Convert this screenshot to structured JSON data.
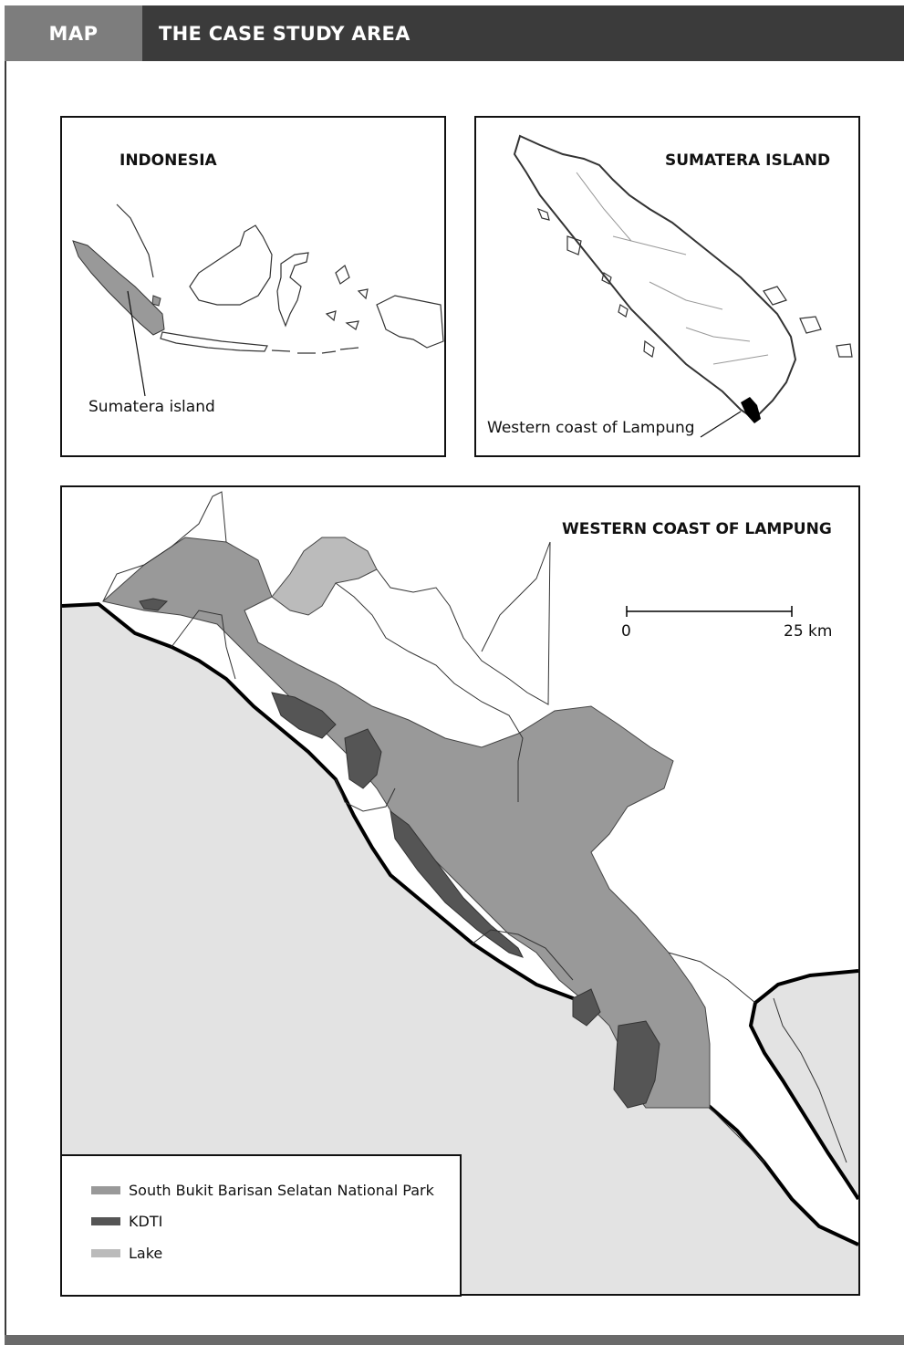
{
  "header": {
    "tag": "MAP",
    "title": "THE CASE STUDY AREA"
  },
  "inset_indonesia": {
    "title": "INDONESIA",
    "label": "Sumatera island"
  },
  "inset_sumatera": {
    "title": "SUMATERA ISLAND",
    "label": "Western coast of Lampung"
  },
  "main_map": {
    "title": "WESTERN COAST OF LAMPUNG",
    "scale": {
      "start": "0",
      "end": "25 km"
    }
  },
  "legend": {
    "items": [
      {
        "label": "South Bukit Barisan Selatan National Park",
        "color": "#999999"
      },
      {
        "label": "KDTI",
        "color": "#555555"
      },
      {
        "label": "Lake",
        "color": "#bbbbbb"
      }
    ]
  },
  "colors": {
    "sea": "#e3e3e3",
    "park": "#999999",
    "kdti": "#555555",
    "lake": "#bbbbbb",
    "header_dark": "#3b3b3b",
    "header_tag": "#7d7d7d"
  }
}
